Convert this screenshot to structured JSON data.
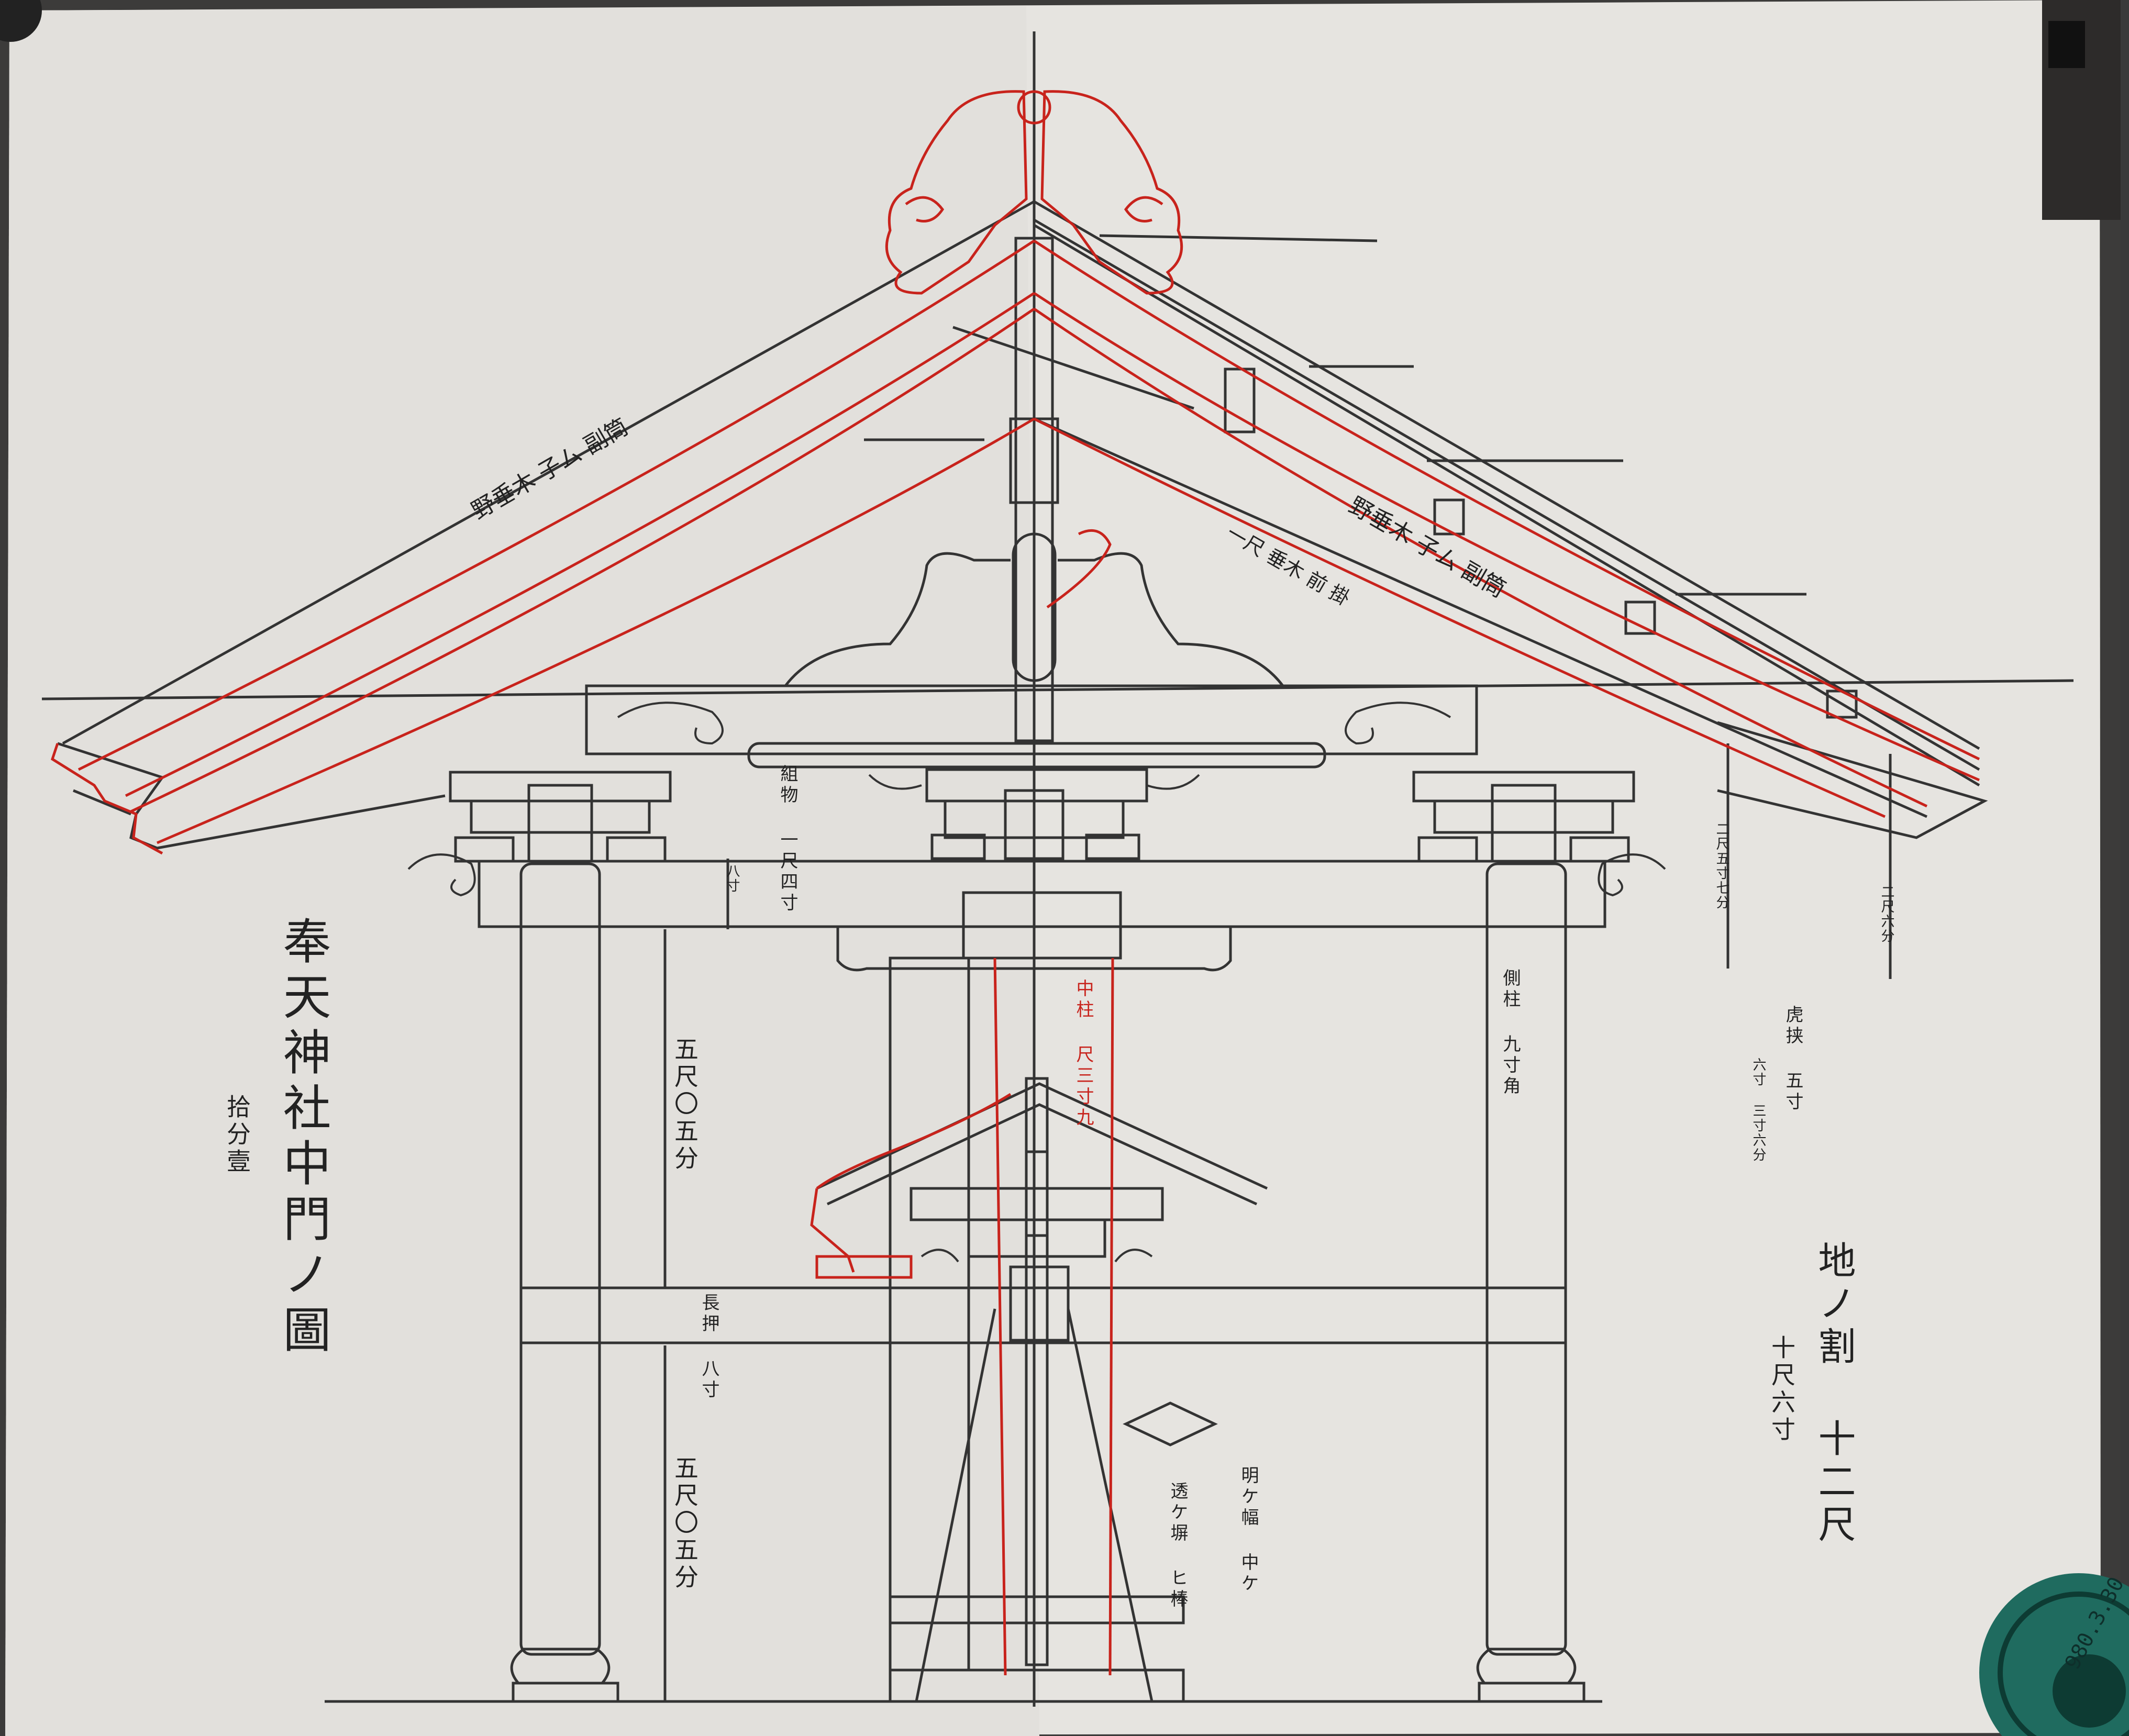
{
  "document": {
    "title": "奉天神社中門ノ圖",
    "scale": "拾分壹"
  },
  "annotations": {
    "upper_dimension": "五尺〇五分",
    "lower_dimension": "五尺〇五分",
    "nageshi": "長押 八寸",
    "center_pillar": "中柱 尺三寸九",
    "side_pillar": "側柱 九寸角",
    "kumimono": "組物 一尺四寸",
    "eight_sun": "八寸",
    "ground_note": "地ノ割 十二尺",
    "ground_note_2": "十尺六寸",
    "right_note": "虎挟 五寸",
    "right_small_note": "六寸 三寸六分",
    "dimension_a": "二尺五寸七分",
    "dimension_b": "二尺六分",
    "door_note": "明ケ幅 中ケ",
    "door_note_2": "透ケ塀 ヒ棒",
    "roof_left_note": "野垂木 子ム 副筒",
    "roof_right_note": "野垂木 子ム 副筒",
    "roof_mid_note": "一尺 垂木 前 掛",
    "stamp": "980.3.30"
  },
  "colors": {
    "paper": "#e6e4e0",
    "ink": "#2a2a2a",
    "red_ink": "#c8231c",
    "stamp": "#1f6b5f"
  }
}
